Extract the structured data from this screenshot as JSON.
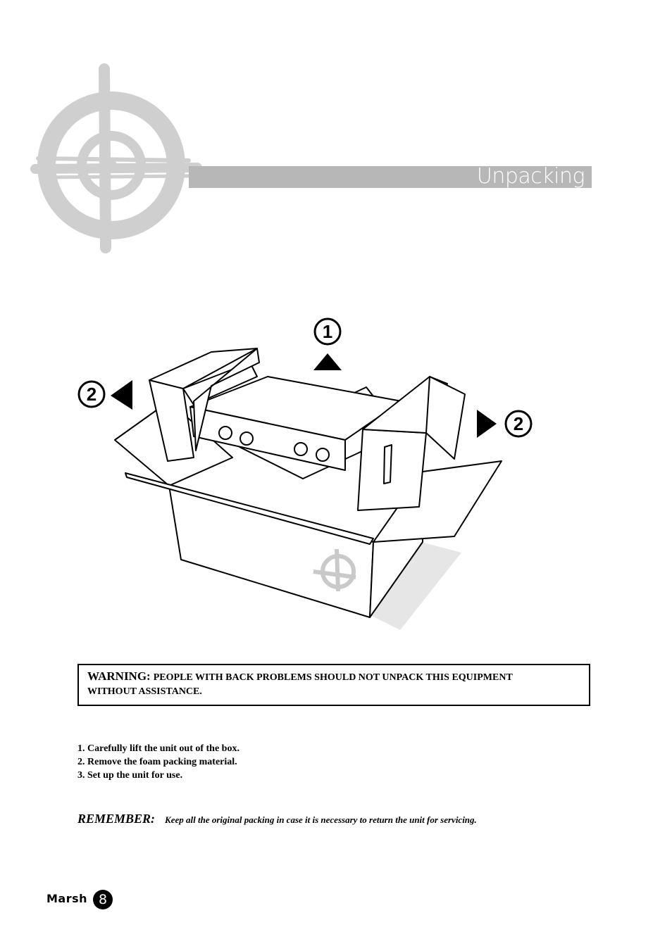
{
  "header": {
    "title": "Unpacking"
  },
  "illustration": {
    "step_up_marker": "1",
    "step_side_marker_left": "2",
    "step_side_marker_right": "2"
  },
  "warning": {
    "label": "WARNING:",
    "text_line1": "PEOPLE WITH BACK PROBLEMS SHOULD NOT UNPACK THIS EQUIPMENT",
    "text_line2": "WITHOUT ASSISTANCE."
  },
  "steps": [
    "1. Carefully lift the unit out of the box.",
    "2. Remove the foam packing material.",
    "3. Set up the unit for use."
  ],
  "remember": {
    "label": "REMEMBER:",
    "text": "Keep all the original packing in case it is necessary to return the unit for servicing."
  },
  "footer": {
    "brand": "Marsh",
    "page_number": "8"
  },
  "colors": {
    "title_bar": "#b7b7b7",
    "logo_watermark": "#cfcfcf",
    "box_shadow": "#e6e6e6"
  }
}
